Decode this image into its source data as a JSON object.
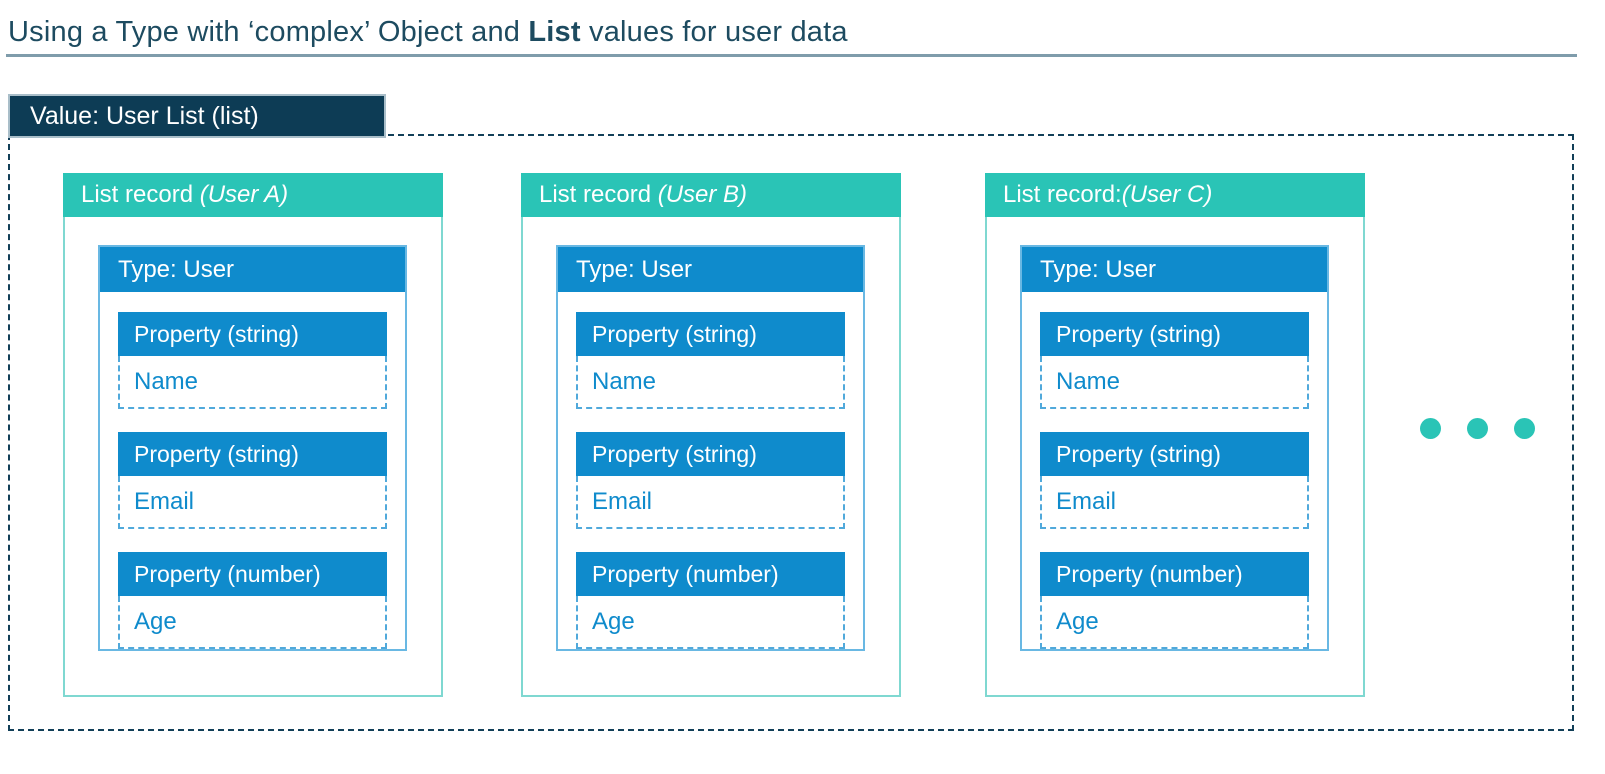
{
  "title": {
    "before_bold": "Using a Type with ‘complex’ Object and ",
    "bold": "List",
    "after_bold": " values for user data"
  },
  "value_tab": {
    "label": "Value: User List (list)"
  },
  "cards": [
    {
      "header_prefix": "List record ",
      "header_user": "(User A)",
      "type_label": "Type: User",
      "properties": [
        {
          "label": "Property (string)",
          "value": "Name"
        },
        {
          "label": "Property (string)",
          "value": "Email"
        },
        {
          "label": "Property (number)",
          "value": "Age"
        }
      ]
    },
    {
      "header_prefix": "List record ",
      "header_user": "(User B)",
      "type_label": "Type: User",
      "properties": [
        {
          "label": "Property (string)",
          "value": "Name"
        },
        {
          "label": "Property (string)",
          "value": "Email"
        },
        {
          "label": "Property (number)",
          "value": "Age"
        }
      ]
    },
    {
      "header_prefix": "List record: ",
      "header_user": "(User C)",
      "type_label": "Type: User",
      "properties": [
        {
          "label": "Property (string)",
          "value": "Name"
        },
        {
          "label": "Property (string)",
          "value": "Email"
        },
        {
          "label": "Property (number)",
          "value": "Age"
        }
      ]
    }
  ],
  "ellipsis": {
    "dot_count": 3
  },
  "colors": {
    "teal": "#2AC4B6",
    "teal_border": "#7FD8D1",
    "blue": "#0F8BCC",
    "blue_border": "#69B8E3",
    "dashed_value_border": "#50A9DB",
    "navy": "#0D3C55",
    "dashed_container_border": "#123F58",
    "title_text": "#1D4B60",
    "underline": "#7F9CAB"
  }
}
